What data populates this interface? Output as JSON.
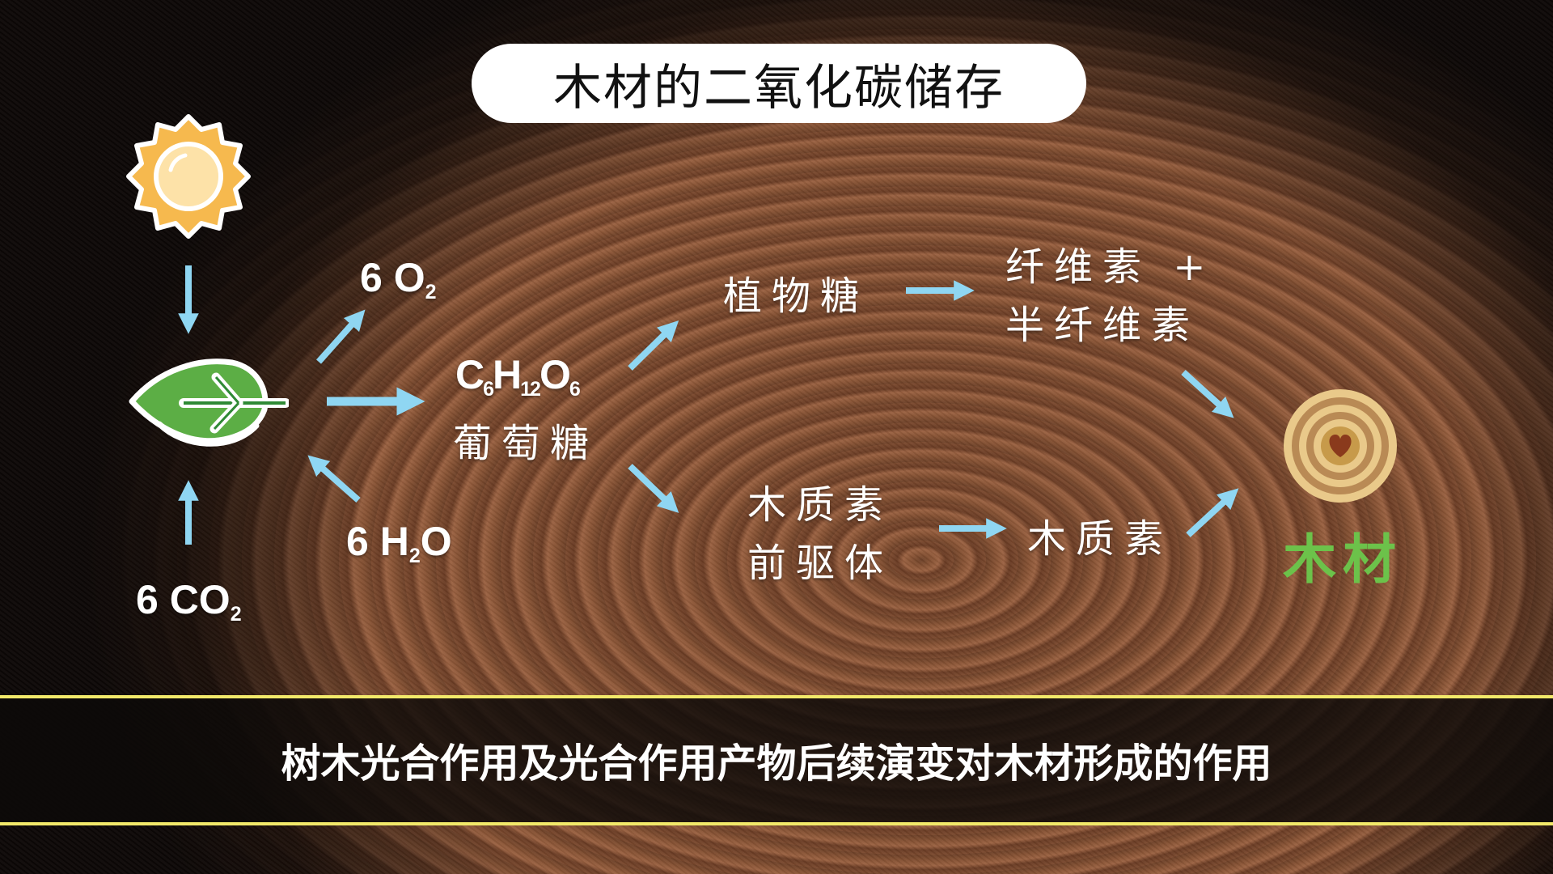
{
  "title": "木材的二氧化碳储存",
  "diagram": {
    "sun_icon": "sun-icon",
    "leaf_icon": "leaf-icon",
    "wood_icon": "tree-ring-heart-icon",
    "co2": {
      "prefix": "6 CO",
      "sub": "2"
    },
    "o2": {
      "prefix": "6 O",
      "sub": "2"
    },
    "h2o": {
      "prefix": "6 H",
      "sub": "2",
      "suffix": "O"
    },
    "glucose_formula": {
      "c": "C",
      "c_sub": "6",
      "h": "H",
      "h_sub": "12",
      "o": "O",
      "o_sub": "6"
    },
    "glucose_name": "葡萄糖",
    "plant_sugar": "植物糖",
    "cellulose_line1": "纤维素 +",
    "cellulose_line2": "半纤维素",
    "lignin_precursor_line1": "木质素",
    "lignin_precursor_line2": "前驱体",
    "lignin": "木质素",
    "wood": "木材",
    "arrow_color": "#8fd6f2",
    "wood_color": "#6cc24a"
  },
  "subtitle": "树木光合作用及光合作用产物后续演变对木材形成的作用"
}
